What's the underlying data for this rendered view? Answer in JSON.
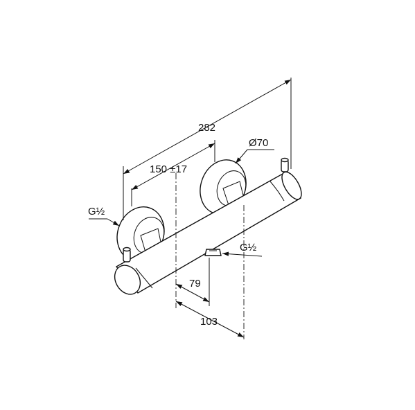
{
  "dimensions": {
    "overall_length": "282",
    "inlet_spacing": "150 ±17",
    "flange_diameter": "Ø70",
    "outlet_offset": "79",
    "outlet_distance": "103"
  },
  "threads": {
    "inlet": "G½",
    "outlet": "G½"
  }
}
